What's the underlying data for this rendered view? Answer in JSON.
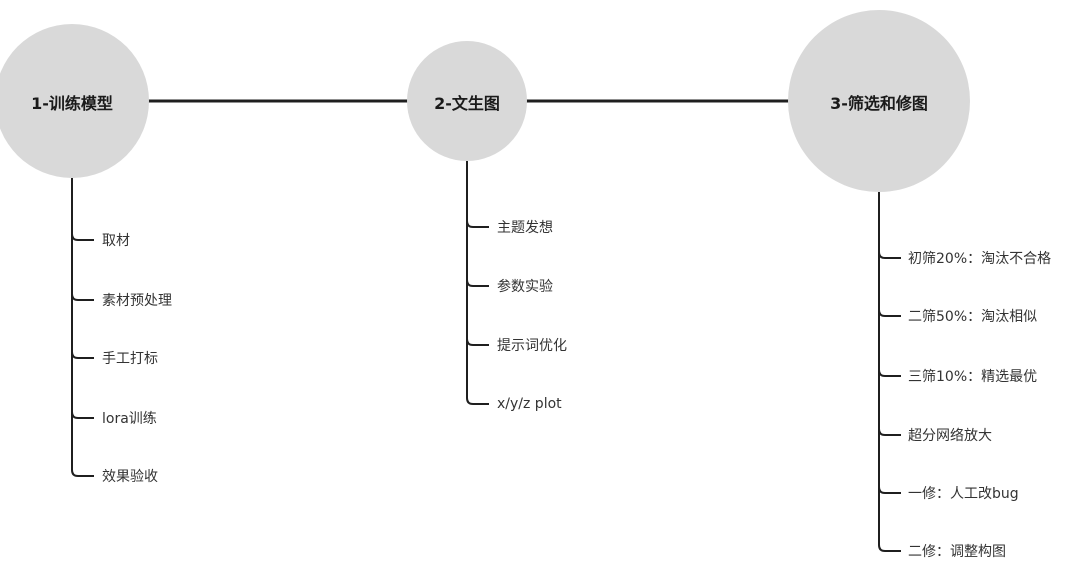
{
  "stages": [
    {
      "title": "1-训练模型",
      "items": [
        "取材",
        "素材预处理",
        "手工打标",
        "lora训练",
        "效果验收"
      ]
    },
    {
      "title": "2-文生图",
      "items": [
        "主题发想",
        "参数实验",
        "提示词优化",
        "x/y/z plot"
      ]
    },
    {
      "title": "3-筛选和修图",
      "items": [
        "初筛20%：淘汰不合格",
        "二筛50%：淘汰相似",
        "三筛10%：精选最优",
        "超分网络放大",
        "一修：人工改bug",
        "二修：调整构图"
      ]
    }
  ],
  "colors": {
    "circle": "#d9d9d9",
    "line": "#1f1f1f"
  }
}
